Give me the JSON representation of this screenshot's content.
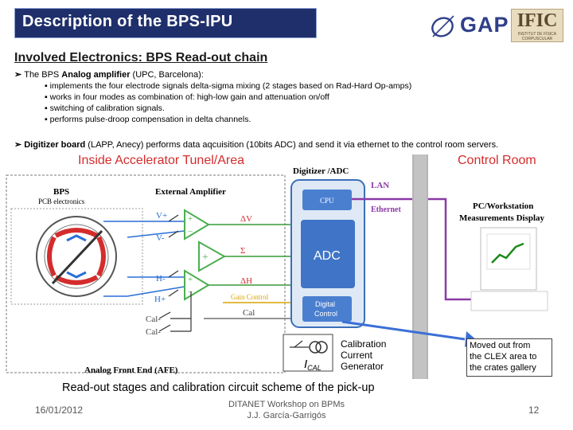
{
  "header": {
    "title": "Description of the BPS-IPU",
    "logo_gap": "GAP",
    "logo_ific": "IFIC",
    "logo_ific_sub": "INSTITUT DE FÍSICA CORPUSCULAR"
  },
  "section_heading": "Involved Electronics: BPS Read-out chain",
  "bullets": {
    "analog": {
      "prefix": "The BPS ",
      "bold": "Analog amplifier",
      "suffix": " (UPC, Barcelona):",
      "items": [
        "implements the four electrode signals delta-sigma mixing (2 stages based on Rad-Hard Op-amps)",
        "works in four modes as combination of: high-low gain and attenuation on/off",
        "switching of calibration signals.",
        "performs pulse-droop compensation in delta channels."
      ]
    },
    "digitizer": {
      "bold": "Digitizer board",
      "suffix": " (LAPP, Anecy) performs data aqcuisition (10bits ADC) and send it via ethernet to the control room servers."
    }
  },
  "diagram": {
    "inside_label": "Inside Accelerator Tunel/Area",
    "control_room_label": "Control Room",
    "bps_title": "BPS",
    "bps_sub": "PCB electronics",
    "ext_amp": "External Amplifier",
    "digitizer_label": "Digitizer /ADC",
    "cpu": "CPU",
    "adc": "ADC",
    "digital_control": [
      "Digital",
      "Control"
    ],
    "lan": "LAN",
    "ethernet": "Ethernet",
    "pc": [
      "PC/Workstation",
      "Measurements Display"
    ],
    "inputs": [
      "V+",
      "V-",
      "H-",
      "H+",
      "Cal-",
      "Cal-"
    ],
    "outputs": [
      "ΔV",
      "Σ",
      "ΔH"
    ],
    "gain_control": "Gain Control",
    "cal": "Cal",
    "calibration": [
      "Calibration",
      "Current",
      "Generator"
    ],
    "ical": "I",
    "ical_sub": "CAL",
    "afe": "Analog Front End (AFE)",
    "moved_note": [
      "Moved out from",
      "the CLEX area to",
      "the crates gallery"
    ]
  },
  "caption": "Read-out stages and calibration circuit scheme of the pick-up",
  "footer": {
    "date": "16/01/2012",
    "event_line1": "DITANET Workshop on BPMs",
    "event_line2": "J.J. García-Garrigós",
    "page": "12"
  },
  "colors": {
    "title_bg": "#1f2f6b",
    "inside_red": "#d42c2c",
    "signal_blue": "#2a6fd6",
    "signal_green": "#3a9a3a",
    "amp_green": "#4caf50",
    "gain_yellow": "#d9a400",
    "lan_purple": "#8a3aa6"
  }
}
